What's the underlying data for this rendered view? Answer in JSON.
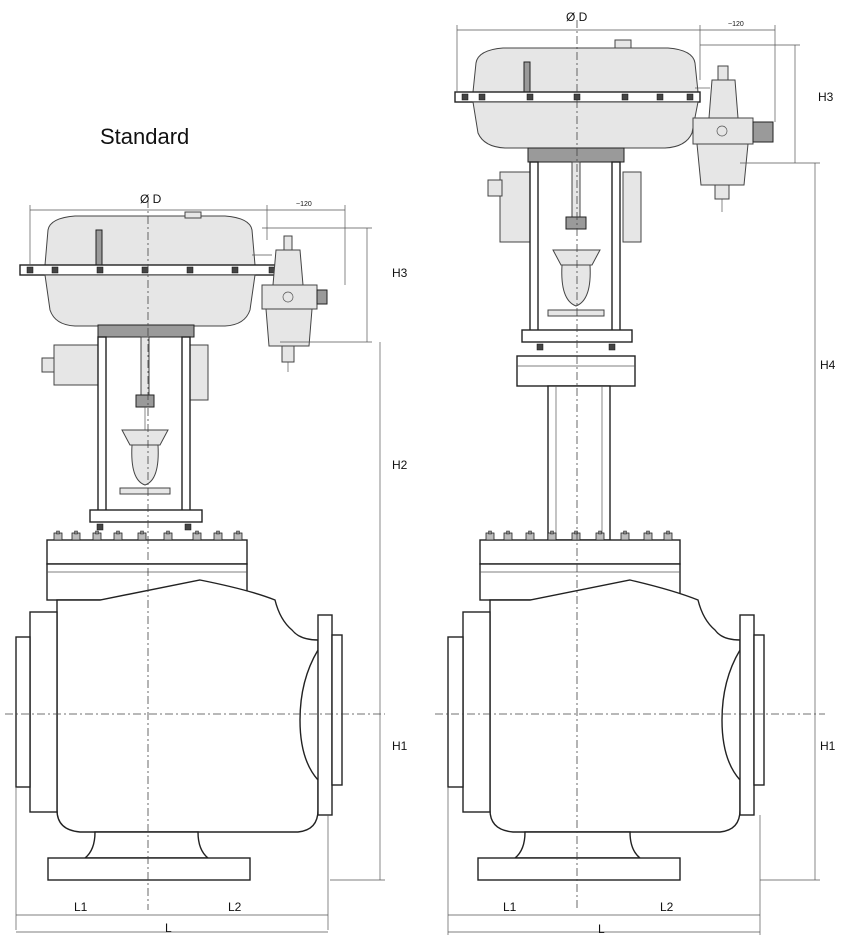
{
  "standard": {
    "title": "Standard",
    "dims": {
      "D": "Ø D",
      "top": "~120",
      "H3": "H3",
      "H2": "H2",
      "H1": "H1",
      "L1": "L1",
      "L2": "L2",
      "L": "L"
    }
  },
  "extended": {
    "dims": {
      "D": "Ø D",
      "top": "~120",
      "H3": "H3",
      "H4": "H4",
      "H1": "H1",
      "L1": "L1",
      "L2": "L2",
      "L": "L"
    }
  }
}
